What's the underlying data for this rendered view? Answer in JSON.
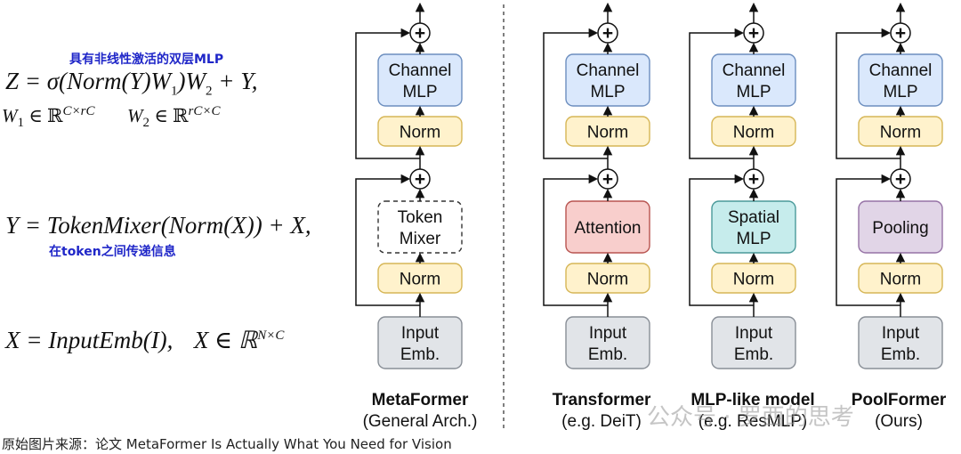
{
  "equations": {
    "z_lhs": "Z = σ(Norm(Y)W",
    "z_mid": ")W",
    "z_rhs": " + Y,",
    "w_sub1": "1",
    "w_sub2": "2",
    "w1": "W",
    "w1_set": " ∈ ℝ",
    "w1_exp": "C×rC",
    "w2": "W",
    "w2_set": " ∈ ℝ",
    "w2_exp": "rC×C",
    "y_eq": "Y = TokenMixer(Norm(X)) + X,",
    "x_eq": "X = InputEmb(I),",
    "x_set": "X ∈ ℝ",
    "x_exp": "N×C"
  },
  "notes": {
    "mlp_note": "具有非线性激活的双层MLP",
    "token_note": "在token之间传递信息"
  },
  "blocks": {
    "channel_mlp_1": "Channel",
    "channel_mlp_2": "MLP",
    "norm": "Norm",
    "input_1": "Input",
    "input_2": "Emb.",
    "token_1": "Token",
    "token_2": "Mixer",
    "attention": "Attention",
    "spatial_1": "Spatial",
    "spatial_2": "MLP",
    "pooling": "Pooling",
    "plus": "+"
  },
  "captions": [
    {
      "title": "MetaFormer",
      "sub": "(General Arch.)"
    },
    {
      "title": "Transformer",
      "sub": "(e.g. DeiT)"
    },
    {
      "title": "MLP-like model",
      "sub": "(e.g. ResMLP)"
    },
    {
      "title": "PoolFormer",
      "sub": "(Ours)"
    }
  ],
  "source": "原始图片来源：论文 MetaFormer Is Actually What You Need for Vision",
  "watermark": "公众号 · 罗西的思考",
  "colors": {
    "channel_mlp": "#dae8fc",
    "channel_mlp_border": "#6c8ebf",
    "norm": "#fff2cc",
    "norm_border": "#d6b656",
    "input": "#e1e4e8",
    "input_border": "#888e96",
    "attention": "#f8cecc",
    "attention_border": "#b85450",
    "spatial": "#c6ecec",
    "spatial_border": "#4a9a9a",
    "pooling": "#e1d5e7",
    "pooling_border": "#9673a6",
    "note_blue": "#1f26c8"
  }
}
